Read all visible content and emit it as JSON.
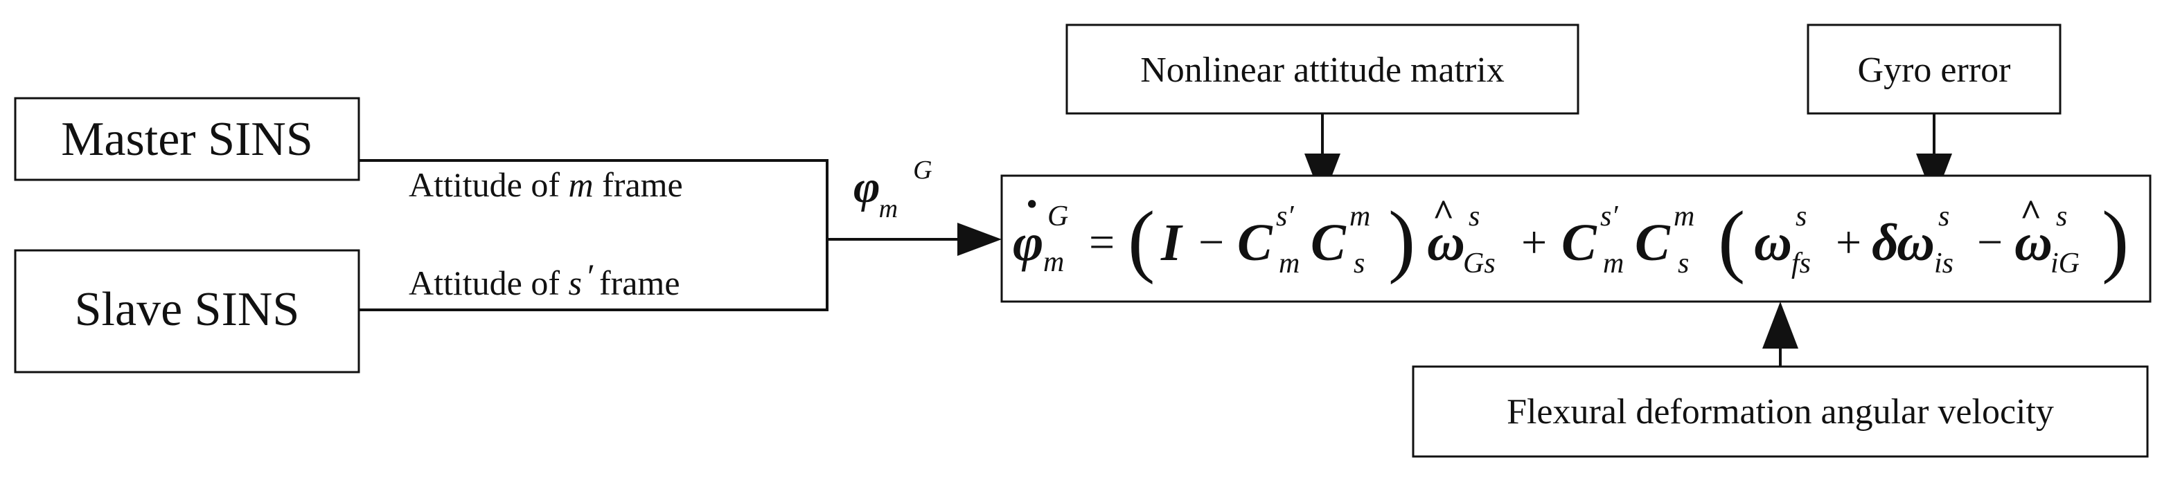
{
  "colors": {
    "stroke": "#111111",
    "fill": "#ffffff"
  },
  "boxes": {
    "master": "Master SINS",
    "slave": "Slave SINS",
    "nonlinear": "Nonlinear attitude matrix",
    "gyro": "Gyro error",
    "flexural": "Flexural deformation angular velocity"
  },
  "edge_labels": {
    "attitude_m_prefix": "Attitude of ",
    "attitude_m_var": "m",
    "attitude_m_suffix": " frame",
    "attitude_s_prefix": "Attitude of ",
    "attitude_s_var": "s",
    "attitude_s_prime": "′",
    "attitude_s_suffix": "frame"
  },
  "phi_label": {
    "symbol": "φ",
    "sub": "m",
    "sup": "G"
  },
  "equation": {
    "phi": "φ",
    "dot": "·",
    "phi_sub": "m",
    "phi_sup": "G",
    "equals": "=",
    "lparen": "(",
    "rparen": ")",
    "identity": "I",
    "minus": "−",
    "plus": "+",
    "C": "C",
    "s_prime": "s′",
    "m": "m",
    "s": "s",
    "omega": "ω",
    "hat": "^",
    "Gs": "Gs",
    "fs": "fs",
    "delta": "δ",
    "is": "is",
    "iG": "iG"
  }
}
